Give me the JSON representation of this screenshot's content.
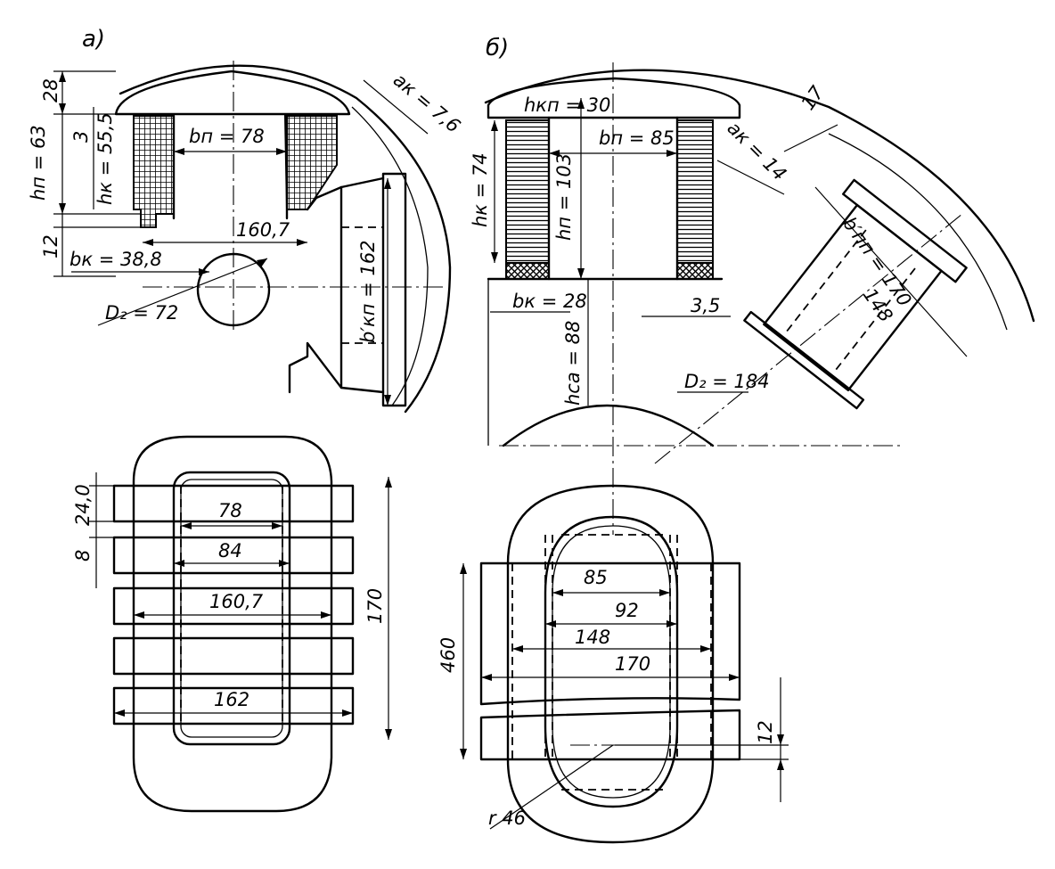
{
  "view_a": {
    "title": "a)",
    "h_top": "28",
    "h_gap": "3",
    "h_pole": "hп = 63",
    "h_coil": "hк = 55,5",
    "h_bottom": "12",
    "b_pole": "bп = 78",
    "a_k": "aк = 7,6",
    "w_coil_span": "160,7",
    "b_k": "bк = 38,8",
    "b_kp": "b′кп = 162",
    "d2": "D₂ = 72"
  },
  "view_b": {
    "title": "б)",
    "h_shoe": "hкп = 30",
    "h_k": "hк = 74",
    "b_pole": "bп = 85",
    "h_pole": "hп = 103",
    "a_k": "aк = 14",
    "dim_17": "17",
    "b_pp": "b′пп = 170",
    "dim_148": "148",
    "b_k": "bк = 28",
    "dim_35": "3,5",
    "h_ca": "hса = 88",
    "d2": "D₂ = 184"
  },
  "plan_a": {
    "dim_240": "24,0",
    "dim_8": "8",
    "w_78": "78",
    "w_84": "84",
    "w_1607": "160,7",
    "w_162": "162",
    "h_170": "170"
  },
  "plan_b": {
    "w_85": "85",
    "w_92": "92",
    "w_148": "148",
    "w_170": "170",
    "h_460": "460",
    "dim_12": "12",
    "r_46": "r 46"
  }
}
